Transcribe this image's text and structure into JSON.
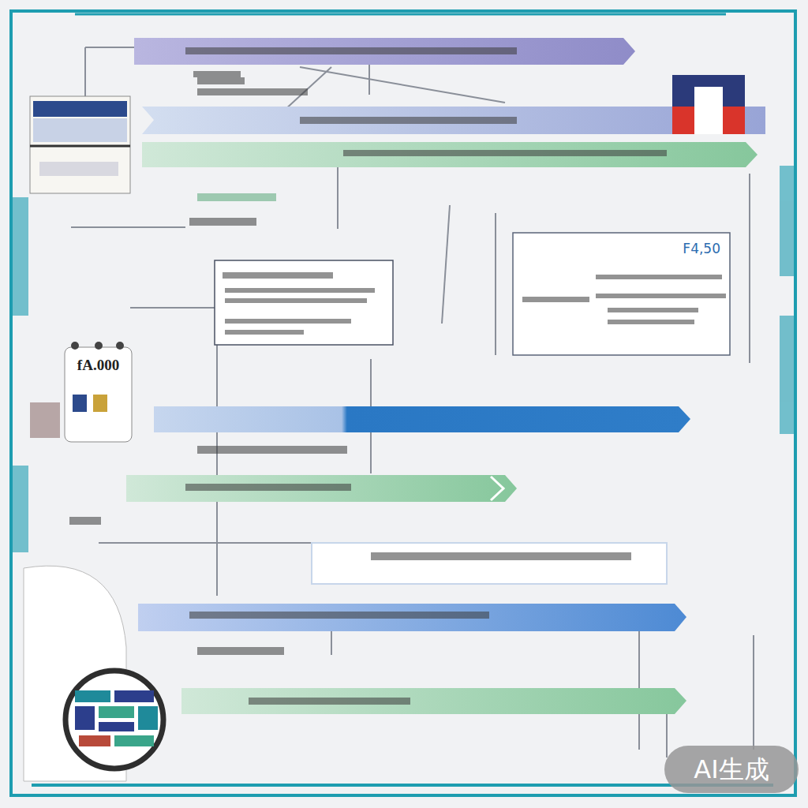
{
  "diagram": {
    "nodes": [
      {
        "text": [
          "F4,50"
        ]
      },
      {
        "text": [
          "fA.000"
        ]
      }
    ],
    "edges": [],
    "labels": [
      "AI生成"
    ]
  }
}
